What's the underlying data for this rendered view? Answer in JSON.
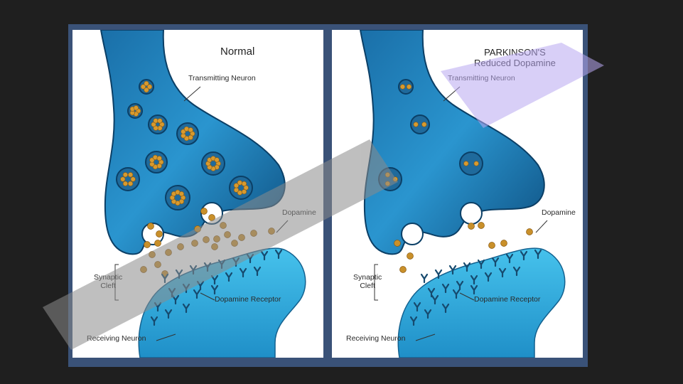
{
  "panels": {
    "normal": {
      "title": "Normal",
      "labels": {
        "transmitting": "Transmitting Neuron",
        "dopamine": "Dopamine",
        "synaptic": "Synaptic\nCleft",
        "receptor": "Dopamine Receptor",
        "receiving": "Receiving Neuron"
      }
    },
    "parkinsons": {
      "title_line1": "PARKINSON'S",
      "title_line2": "Reduced Dopamine",
      "labels": {
        "transmitting": "Transmitting Neuron",
        "dopamine": "Dopamine",
        "synaptic": "Synaptic\nCleft",
        "receptor": "Dopamine Receptor",
        "receiving": "Receiving Neuron"
      }
    }
  },
  "colors": {
    "neuron_dark": "#0f5a8f",
    "neuron_light": "#2fa6dc",
    "receiver": "#3cb8e6",
    "dopamine": "#c9902a",
    "frame": "#3a5278",
    "watermark_gray": "#8a8a8a",
    "watermark_purple": "#b8a8f0"
  }
}
